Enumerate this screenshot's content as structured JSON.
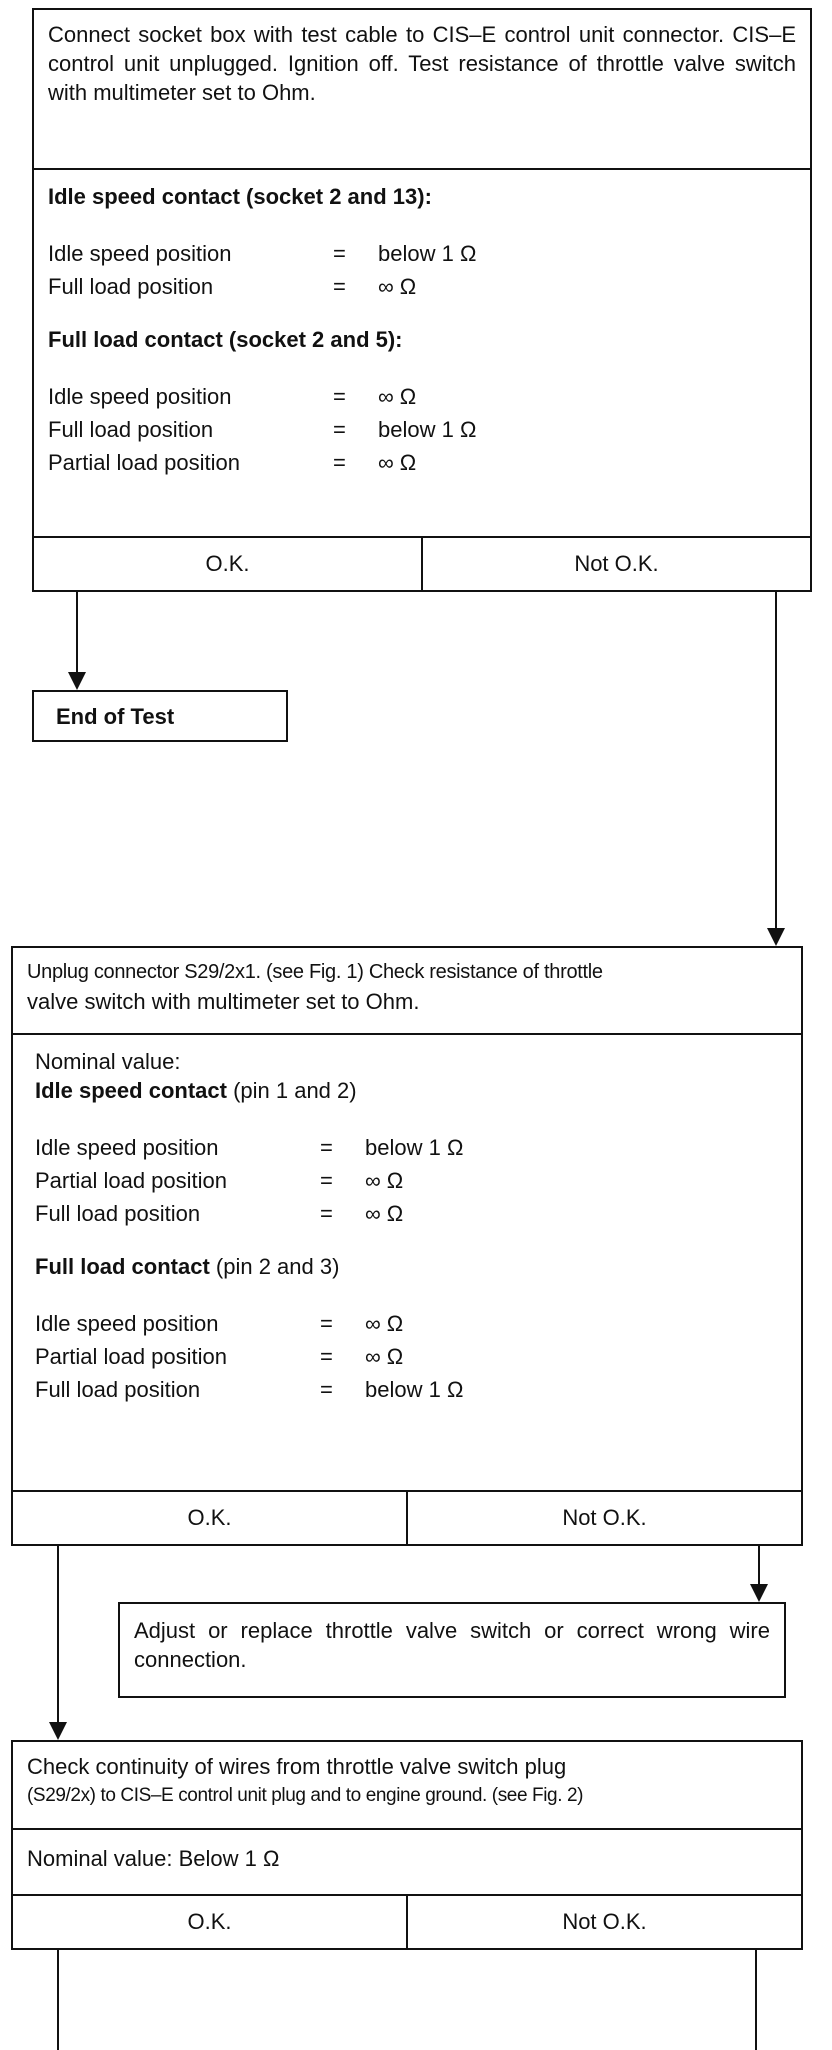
{
  "step1": {
    "instruction": "Connect socket box with test cable to CIS–E control unit connector. CIS–E control unit unplugged. Ignition off. Test resistance of throttle valve switch with multimeter set to Ohm.",
    "idle_header": "Idle speed contact (socket 2 and 13):",
    "idle_rows": [
      {
        "label": "Idle speed position",
        "eq": "=",
        "value": "below 1 Ω"
      },
      {
        "label": "Full load position",
        "eq": "=",
        "value": "∞ Ω"
      }
    ],
    "full_header": "Full load contact (socket 2 and 5):",
    "full_rows": [
      {
        "label": "Idle speed position",
        "eq": "=",
        "value": "∞ Ω"
      },
      {
        "label": "Full load position",
        "eq": "=",
        "value": " below 1 Ω"
      },
      {
        "label": "Partial load position",
        "eq": "=",
        "value": "∞ Ω"
      }
    ],
    "ok": "O.K.",
    "not_ok": "Not O.K."
  },
  "end_of_test": "End of Test",
  "step2": {
    "instruction_a": "Unplug connector S29/2x1. (see Fig. 1) Check resistance of throttle",
    "instruction_b": "valve switch with multimeter set to Ohm.",
    "nominal": "Nominal value:",
    "idle_header_bold": "Idle speed contact",
    "idle_header_rest": " (pin 1 and 2)",
    "idle_rows": [
      {
        "label": "Idle speed position",
        "eq": "=",
        "value": "below 1 Ω"
      },
      {
        "label": "Partial load position",
        "eq": "=",
        "value": "∞ Ω"
      },
      {
        "label": "Full load position",
        "eq": "=",
        "value": "∞ Ω"
      }
    ],
    "full_header_bold": "Full load contact",
    "full_header_rest": " (pin 2 and 3)",
    "full_rows": [
      {
        "label": "Idle speed position",
        "eq": "=",
        "value": "∞ Ω"
      },
      {
        "label": "Partial load position",
        "eq": "=",
        "value": "∞ Ω"
      },
      {
        "label": "Full load position",
        "eq": "=",
        "value": "below 1 Ω"
      }
    ],
    "ok": "O.K.",
    "not_ok": "Not O.K."
  },
  "adjust": "Adjust or replace throttle valve switch or correct wrong wire connection.",
  "step3": {
    "instruction_a": "Check continuity of wires from throttle valve switch plug",
    "instruction_b": "(S29/2x) to CIS–E control unit plug and to engine ground. (see Fig. 2)",
    "nominal": "Nominal value:  Below 1 Ω",
    "ok": "O.K.",
    "not_ok": "Not O.K."
  }
}
